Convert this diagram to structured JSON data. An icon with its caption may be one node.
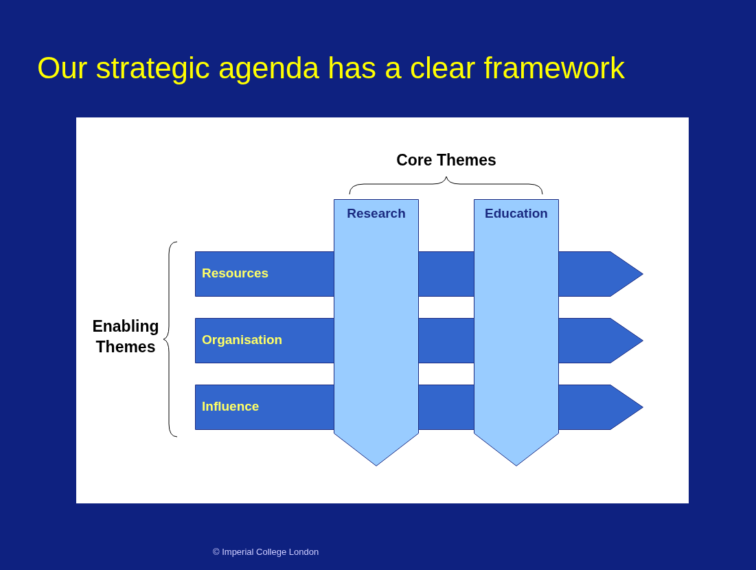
{
  "diagram": {
    "title": "Our strategic agenda has a clear framework",
    "nodes": [
      {
        "text": [
          "Research"
        ]
      },
      {
        "text": [
          "Education"
        ]
      },
      {
        "text": [
          "Resources"
        ]
      },
      {
        "text": [
          "Organisation"
        ]
      },
      {
        "text": [
          "Influence"
        ]
      }
    ],
    "labels": [
      "Core Themes",
      "Enabling Themes",
      "© Imperial College London"
    ]
  }
}
